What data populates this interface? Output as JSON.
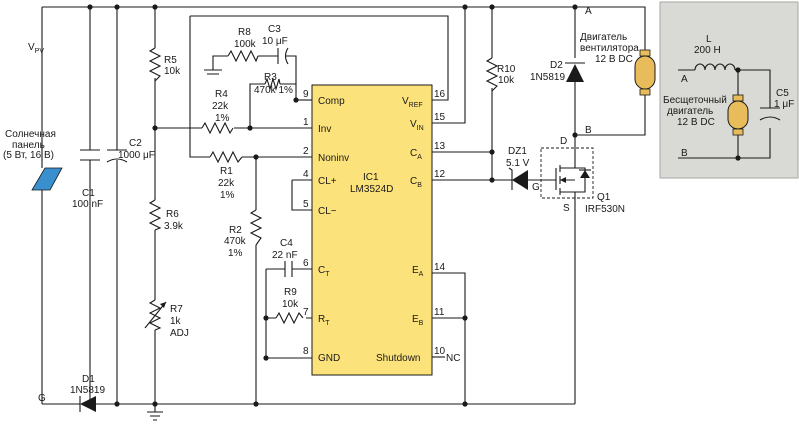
{
  "labels": {
    "vpv_main": "V",
    "vpv_sub": "PV",
    "a_top": "A",
    "b_mid": "B",
    "g": "G",
    "solar_1": "Солнечная",
    "solar_2": "панель",
    "solar_3": "(5 Вт, 16 В)",
    "c1_name": "C1",
    "c1_val": "100 nF",
    "c2_name": "C2",
    "c2_val": "1000 μF",
    "d1_name": "D1",
    "d1_val": "1N5819",
    "r5_name": "R5",
    "r5_val": "10k",
    "r6_name": "R6",
    "r6_val": "3.9k",
    "r7_name": "R7",
    "r7_val": "1k",
    "r7_adj": "ADJ",
    "r8_name": "R8",
    "r8_val": "100k",
    "c3_name": "C3",
    "c3_val": "10 μF",
    "r3_name": "R3",
    "r3_val": "470k 1%",
    "r4_name": "R4",
    "r4_val": "22k",
    "r4_tol": "1%",
    "r1_name": "R1",
    "r1_val": "22k",
    "r1_tol": "1%",
    "r2_name": "R2",
    "r2_val": "470k",
    "r2_tol": "1%",
    "c4_name": "C4",
    "c4_val": "22 nF",
    "r9_name": "R9",
    "r9_val": "10k",
    "ic_name": "IC1",
    "ic_part": "LM3524D",
    "r10_name": "R10",
    "r10_val": "10k",
    "d2_name": "D2",
    "d2_val": "1N5819",
    "fan_1": "Двигатель",
    "fan_2": "вентилятора",
    "fan_3": "12 В DC",
    "dz1_name": "DZ1",
    "dz1_val": "5.1 V",
    "q1_name": "Q1",
    "q1_val": "IRF530N",
    "q_d": "D",
    "q_g": "G",
    "q_s": "S",
    "nc": "NC",
    "inset_l_name": "L",
    "inset_l_val": "200 H",
    "inset_a": "A",
    "inset_b": "B",
    "inset_motor_1": "Бесщеточный",
    "inset_motor_2": "двигатель",
    "inset_motor_3": "12 В DC",
    "inset_c5_name": "C5",
    "inset_c5_val": "1 μF"
  },
  "ic_pins": {
    "comp": "Comp",
    "inv": "Inv",
    "noninv": "Noninv",
    "clp": "CL+",
    "clm": "CL−",
    "ct": "C",
    "ct_sub": "T",
    "rt": "R",
    "rt_sub": "T",
    "gnd": "GND",
    "vref": "V",
    "vref_sub": "REF",
    "vin": "V",
    "vin_sub": "IN",
    "ca": "C",
    "ca_sub": "A",
    "cb": "C",
    "cb_sub": "B",
    "ea": "E",
    "ea_sub": "A",
    "eb": "E",
    "eb_sub": "B",
    "shutdown": "Shutdown",
    "n9": "9",
    "n1": "1",
    "n2": "2",
    "n4": "4",
    "n5": "5",
    "n6": "6",
    "n7": "7",
    "n8": "8",
    "n16": "16",
    "n15": "15",
    "n13": "13",
    "n12": "12",
    "n14": "14",
    "n11": "11",
    "n10": "10"
  },
  "colors": {
    "ic_fill": "#fce27a",
    "solar_fill": "#3a8fcf",
    "motor_fill": "#e8bc5a",
    "inset_fill": "#d9dad5"
  }
}
